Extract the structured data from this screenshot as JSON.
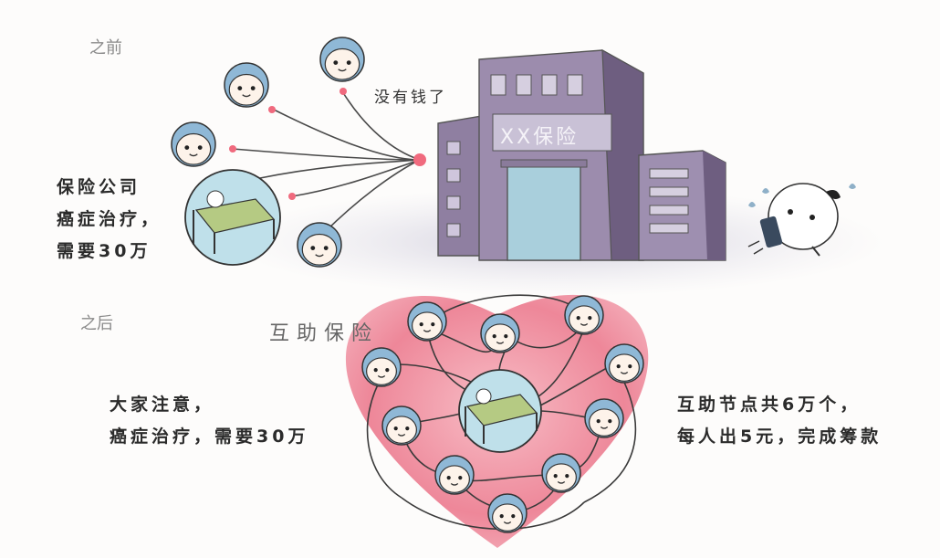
{
  "before": {
    "label": "之前",
    "insurer_sign": "XX保险",
    "no_money": "没有钱了",
    "caption_lines": [
      "保险公司",
      "癌症治疗，",
      "需要30万"
    ]
  },
  "after": {
    "label": "之后",
    "title": "互助保险",
    "left_lines": [
      "大家注意，",
      "癌症治疗，需要30万"
    ],
    "right_lines": [
      "互助节点共6万个，",
      "每人出5元，完成筹款"
    ]
  },
  "colors": {
    "building": "#9a8aa8",
    "building_dark": "#6f5f80",
    "glass": "#a8cbd8",
    "cap": "#8fb8d6",
    "face": "#fdf3ea",
    "heart": "#e8667e",
    "dot": "#f06a7e",
    "bed": "#b9cc8a"
  }
}
